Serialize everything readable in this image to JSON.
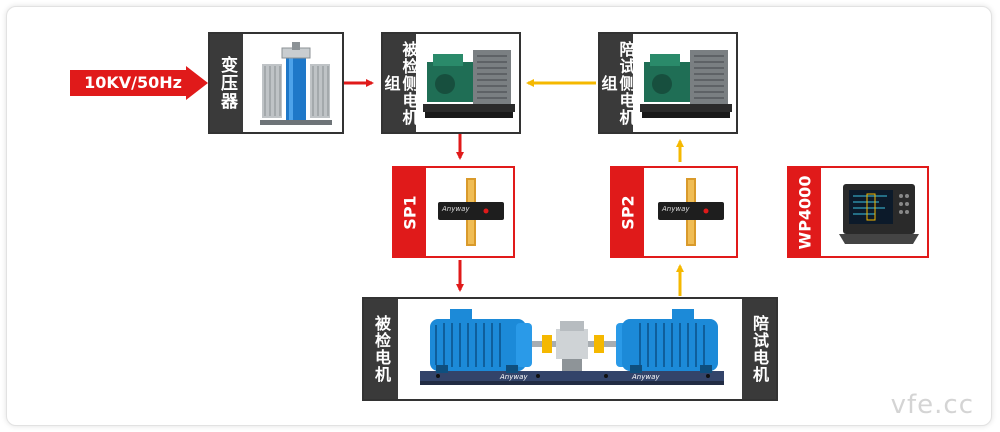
{
  "input": {
    "label": "10KV/50Hz"
  },
  "transformer": {
    "label": "变压器"
  },
  "test_generator": {
    "label": "被检侧电机组"
  },
  "companion_generator": {
    "label": "陪试侧电机组"
  },
  "sp1": {
    "label": "SP1",
    "device_brand": "Anyway"
  },
  "sp2": {
    "label": "SP2",
    "device_brand": "Anyway"
  },
  "wp4000": {
    "label": "WP4000"
  },
  "test_bench": {
    "left_label": "被检电机",
    "right_label": "陪试电机",
    "base_brand_left": "Anyway",
    "base_brand_right": "Anyway"
  },
  "watermark": "vfe.cc",
  "colors": {
    "red": "#e01a1a",
    "yellow": "#f5b800",
    "dark": "#3a3a3a"
  },
  "icons": [
    "transformer-image",
    "generator-image",
    "power-analyzer-sensor-image",
    "wp4000-analyzer-image",
    "motor-test-bench-image"
  ]
}
